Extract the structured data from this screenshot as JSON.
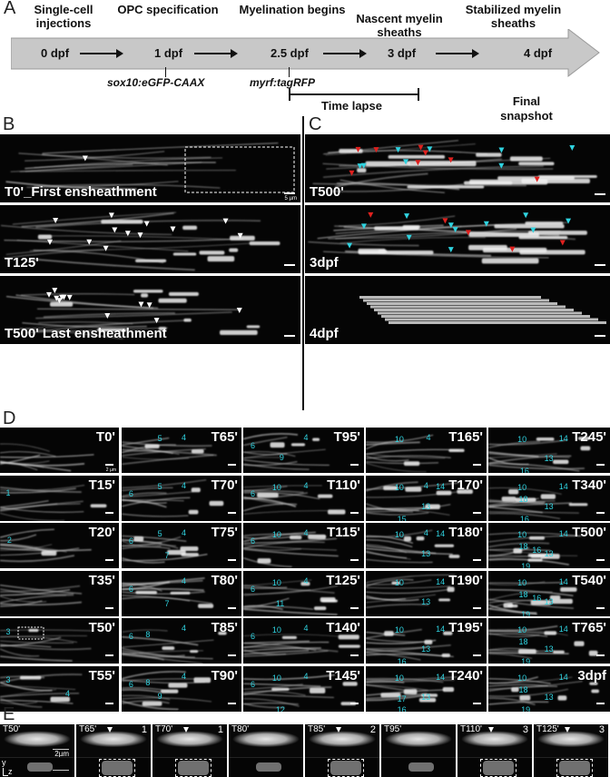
{
  "panel_a": {
    "label": "A",
    "stages": [
      {
        "title": "Single-cell injections",
        "time": "0 dpf"
      },
      {
        "title": "OPC specification",
        "time": "1 dpf"
      },
      {
        "title": "Myelination begins",
        "time": "2.5 dpf"
      },
      {
        "title": "Nascent myelin sheaths",
        "time": "3 dpf"
      },
      {
        "title": "Stabilized myelin sheaths",
        "time": "4 dpf"
      }
    ],
    "transgene_1": "sox10:eGFP-CAAX",
    "transgene_2": "myrf:tagRFP",
    "time_lapse": "Time lapse",
    "final_snapshot": "Final snapshot"
  },
  "panel_b": {
    "label": "B",
    "images": [
      "T0'_First ensheathment",
      "T125'",
      "T500' Last ensheathment"
    ],
    "scale_bar": "5 µm"
  },
  "panel_c": {
    "label": "C",
    "images": [
      "T500'",
      "3dpf",
      "4dpf"
    ]
  },
  "panel_d": {
    "label": "D",
    "scale_bar": "2 µm",
    "columns": [
      [
        {
          "t": "T0'",
          "n": []
        },
        {
          "t": "T15'",
          "n": [
            "1"
          ]
        },
        {
          "t": "T20'",
          "n": [
            "2"
          ]
        },
        {
          "t": "T35'",
          "n": []
        },
        {
          "t": "T50'",
          "n": [
            "3"
          ]
        },
        {
          "t": "T55'",
          "n": [
            "3",
            "4"
          ]
        }
      ],
      [
        {
          "t": "T65'",
          "n": [
            "5",
            "4"
          ]
        },
        {
          "t": "T70'",
          "n": [
            "6",
            "5",
            "4"
          ]
        },
        {
          "t": "T75'",
          "n": [
            "6",
            "5",
            "4",
            "7"
          ]
        },
        {
          "t": "T80'",
          "n": [
            "6",
            "4",
            "7"
          ]
        },
        {
          "t": "T85'",
          "n": [
            "6",
            "8",
            "4"
          ]
        },
        {
          "t": "T90'",
          "n": [
            "6",
            "8",
            "4",
            "9"
          ]
        }
      ],
      [
        {
          "t": "T95'",
          "n": [
            "6",
            "4",
            "9"
          ]
        },
        {
          "t": "T110'",
          "n": [
            "6",
            "10",
            "4"
          ]
        },
        {
          "t": "T115'",
          "n": [
            "6",
            "10",
            "4"
          ]
        },
        {
          "t": "T125'",
          "n": [
            "6",
            "10",
            "4",
            "11"
          ]
        },
        {
          "t": "T140'",
          "n": [
            "6",
            "10",
            "4"
          ]
        },
        {
          "t": "T145'",
          "n": [
            "6",
            "10",
            "4",
            "12"
          ]
        }
      ],
      [
        {
          "t": "T165'",
          "n": [
            "10",
            "4"
          ]
        },
        {
          "t": "T170'",
          "n": [
            "10",
            "4",
            "14",
            "13",
            "15"
          ]
        },
        {
          "t": "T180'",
          "n": [
            "10",
            "4",
            "14",
            "13"
          ]
        },
        {
          "t": "T190'",
          "n": [
            "10",
            "14",
            "13"
          ]
        },
        {
          "t": "T195'",
          "n": [
            "10",
            "14",
            "13",
            "16"
          ]
        },
        {
          "t": "T240'",
          "n": [
            "10",
            "14",
            "17",
            "13",
            "16"
          ]
        }
      ],
      [
        {
          "t": "T245'",
          "n": [
            "10",
            "14",
            "13",
            "16"
          ]
        },
        {
          "t": "T340'",
          "n": [
            "10",
            "14",
            "18",
            "13",
            "16"
          ]
        },
        {
          "t": "T500'",
          "n": [
            "10",
            "14",
            "18",
            "16",
            "13",
            "19"
          ]
        },
        {
          "t": "T540'",
          "n": [
            "10",
            "14",
            "18",
            "16",
            "13",
            "19"
          ]
        },
        {
          "t": "T765'",
          "n": [
            "10",
            "14",
            "18",
            "13",
            "19"
          ]
        },
        {
          "t": "3dpf",
          "n": [
            "10",
            "14",
            "18",
            "13",
            "19"
          ]
        }
      ]
    ]
  },
  "panel_e": {
    "label": "E",
    "scale_bar": "2µm",
    "axis_y": "y",
    "axis_z": "z",
    "panels": [
      {
        "t": "T50'",
        "n": ""
      },
      {
        "t": "T65'",
        "n": "1"
      },
      {
        "t": "T70'",
        "n": "1"
      },
      {
        "t": "T80'",
        "n": ""
      },
      {
        "t": "T85'",
        "n": "2"
      },
      {
        "t": "T95'",
        "n": ""
      },
      {
        "t": "T110'",
        "n": "3"
      },
      {
        "t": "T125'",
        "n": "3"
      }
    ]
  },
  "colors": {
    "annotation_cyan": "#2fd3e0",
    "arrowhead_red": "#e0201e",
    "timeline_gray": "#c8c8c8"
  }
}
